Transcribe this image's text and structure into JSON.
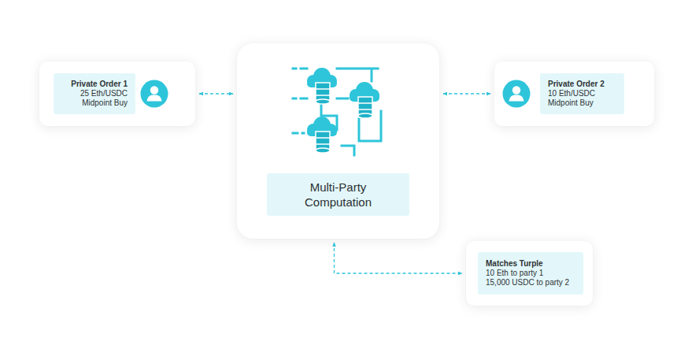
{
  "diagram": {
    "nodes": [
      {
        "text": [
          "Private Order 1",
          "25 Eth/USDC",
          "Midpoint Buy"
        ]
      },
      {
        "text": [
          "Multi-Party Computation"
        ]
      },
      {
        "text": [
          "Private Order 2",
          "10 Eth/USDC",
          "Midpoint Buy"
        ]
      },
      {
        "text": [
          "Matches Turple",
          "10 Eth to party 1",
          "15,000 USDC to party 2"
        ]
      }
    ],
    "edges": [
      {
        "from": 0,
        "to": 1,
        "arrow": "both"
      },
      {
        "from": 2,
        "to": 1,
        "arrow": "both"
      },
      {
        "from": 1,
        "to": 3,
        "arrow": "both"
      }
    ]
  }
}
